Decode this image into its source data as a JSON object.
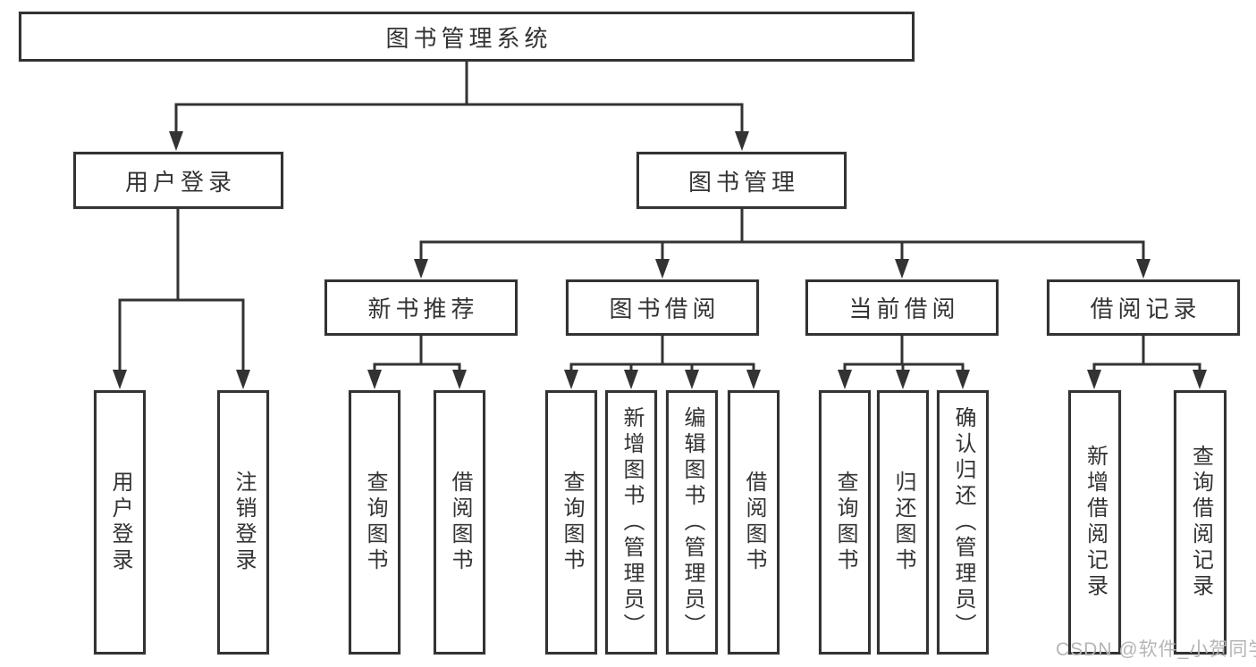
{
  "diagram": {
    "type": "hierarchy-tree",
    "title": "图书管理系统",
    "nodes": {
      "root": {
        "label": "图书管理系统"
      },
      "user_login": {
        "label": "用户登录"
      },
      "book_management": {
        "label": "图书管理"
      },
      "new_book_recommend": {
        "label": "新书推荐"
      },
      "book_borrowing": {
        "label": "图书借阅"
      },
      "current_borrowing": {
        "label": "当前借阅"
      },
      "borrowing_records": {
        "label": "借阅记录"
      }
    },
    "leaves": {
      "user_login": [
        "用户登录",
        "注销登录"
      ],
      "new_book_recommend": [
        "查询图书",
        "借阅图书"
      ],
      "book_borrowing": [
        "查询图书",
        "新增图书（管理员）",
        "编辑图书（管理员）",
        "借阅图书"
      ],
      "current_borrowing": [
        "查询图书",
        "归还图书",
        "确认归还（管理员）"
      ],
      "borrowing_records": [
        "新增借阅记录",
        "查询借阅记录"
      ]
    },
    "colors": {
      "line": "#333333",
      "text": "#333333",
      "background": "#ffffff"
    }
  },
  "watermark": {
    "text": "CSDN @软件_小贺同学",
    "color": "#b5b5b5"
  }
}
